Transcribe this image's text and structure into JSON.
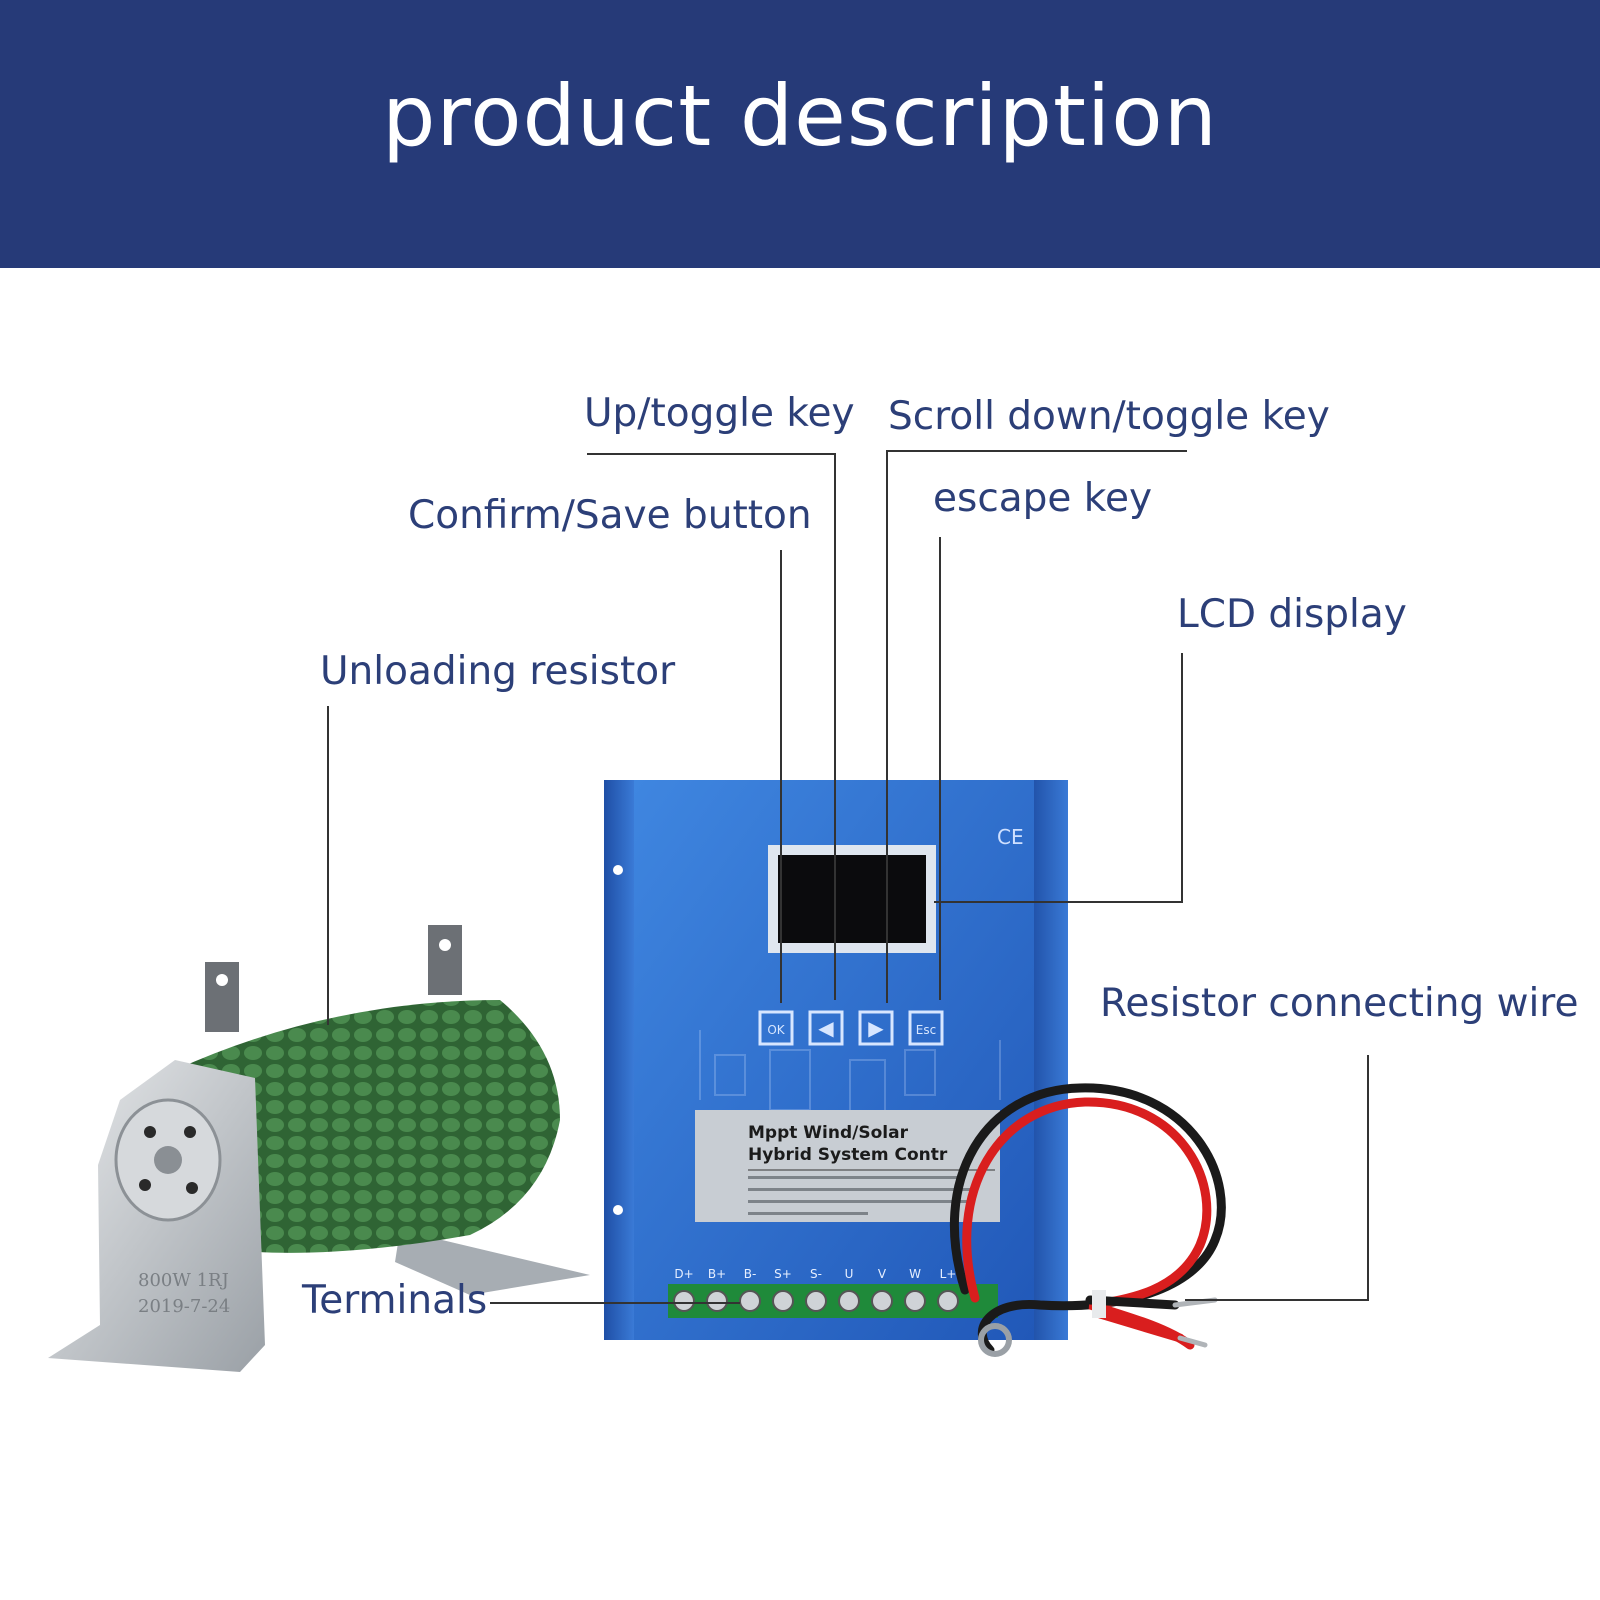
{
  "header": {
    "title": "product description"
  },
  "callouts": {
    "up_toggle_key": "Up/toggle key",
    "scroll_down_toggle_key": "Scroll down/toggle key",
    "confirm_save_button": "Confirm/Save button",
    "escape_key": "escape key",
    "lcd_display": "LCD display",
    "unloading_resistor": "Unloading resistor",
    "resistor_connecting_wire": "Resistor connecting wire",
    "terminals": "Terminals"
  },
  "controller": {
    "ce_mark": "CE",
    "keys": [
      "OK",
      "◀",
      "▶",
      "Esc"
    ],
    "sticker_title_1": "Mppt Wind/Solar",
    "sticker_title_2": "Hybrid System Contr",
    "terminal_labels": [
      "D+",
      "B+",
      "B-",
      "S+",
      "S-",
      "U",
      "V",
      "W",
      "L+"
    ]
  },
  "resistor": {
    "stamp_1": "800W 1RJ",
    "stamp_2": "2019-7-24"
  },
  "colors": {
    "header_bg": "#263a78",
    "label_text": "#2c3f78",
    "controller_blue": "#2a68c8",
    "resistor_green": "#3f7a43",
    "wire_red": "#d91e1e",
    "wire_black": "#1a1a1a"
  }
}
